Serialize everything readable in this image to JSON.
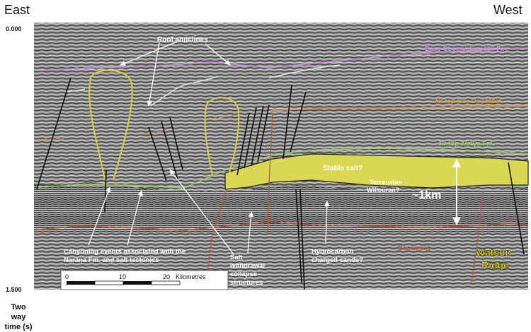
{
  "header": {
    "left": "East",
    "right": "West"
  },
  "axis": {
    "top_tick": "0.000",
    "bottom_tick": "1.500",
    "title_line1": "Two way",
    "title_line2": "time (s)"
  },
  "horizons": {
    "base_observatory_hill": "Base Observatory Hill Fm.",
    "nr_top_dey_dey": "Nr top Dey Dey Mdst",
    "nr_top_alinya": "Nr top Alinya Fm.",
    "basement": "Basement"
  },
  "annotations": {
    "roof_anticlines": "Roof anticlines",
    "stable_salt": "Stable salt?",
    "torrensian": "Torrensian",
    "willouran": "Willouran?",
    "thickness": "~1km",
    "canyoning_line1": "Canyoning events associated with the",
    "canyoning_line2": "Narana Fm. and salt tectonics",
    "salt_line1": "Salt",
    "salt_line2": "withdrawal",
    "salt_line3": "collapse",
    "salt_line4": "structures",
    "hydro_line1": "Hydrocarbon",
    "hydro_line2": "charged sands?",
    "watson_line1": "Watson",
    "watson_line2": "Ridge"
  },
  "scalebar": {
    "tick0": "0",
    "tick10": "10",
    "tick20": "20",
    "unit": "Kilometres"
  },
  "colors": {
    "horizon_pink": "#c98ad8",
    "horizon_orange": "#d7903e",
    "horizon_green": "#9ccf5c",
    "salt_fill": "#d9d850",
    "basement_red": "#b85a3a",
    "watson_yellow": "#f2e600"
  }
}
